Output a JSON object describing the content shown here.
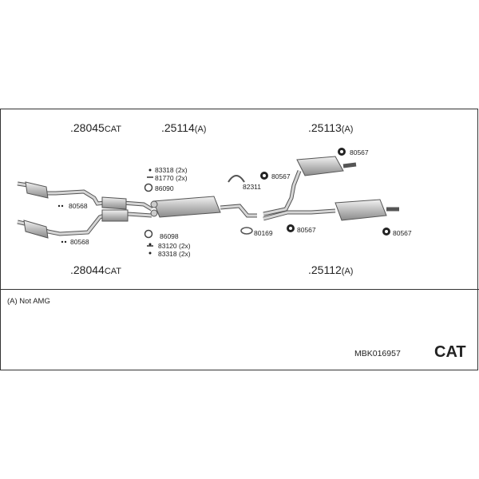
{
  "parts": {
    "p28045": {
      "num": "28045",
      "suffix": "CAT"
    },
    "p25114": {
      "num": "25114",
      "suffix": "(A)"
    },
    "p25113": {
      "num": "25113",
      "suffix": "(A)"
    },
    "p28044": {
      "num": "28044",
      "suffix": "CAT"
    },
    "p25112": {
      "num": "25112",
      "suffix": "(A)"
    }
  },
  "small": {
    "s80568a": "80568",
    "s80568b": "80568",
    "s83318a": "83318 (2x)",
    "s81770": "81770 (2x)",
    "s86090": "86090",
    "s86098": "86098",
    "s83120": "83120 (2x)",
    "s83318b": "83318 (2x)",
    "s82311": "82311",
    "s80169": "80169",
    "s80567a": "80567",
    "s80567b": "80567",
    "s80567c": "80567",
    "s80567d": "80567"
  },
  "note": "(A) Not AMG",
  "code": "MBK016957",
  "badge": "CAT",
  "icon_names": [
    "bolt-icon",
    "ring-icon",
    "clamp-icon",
    "gasket-icon",
    "nut-icon"
  ]
}
